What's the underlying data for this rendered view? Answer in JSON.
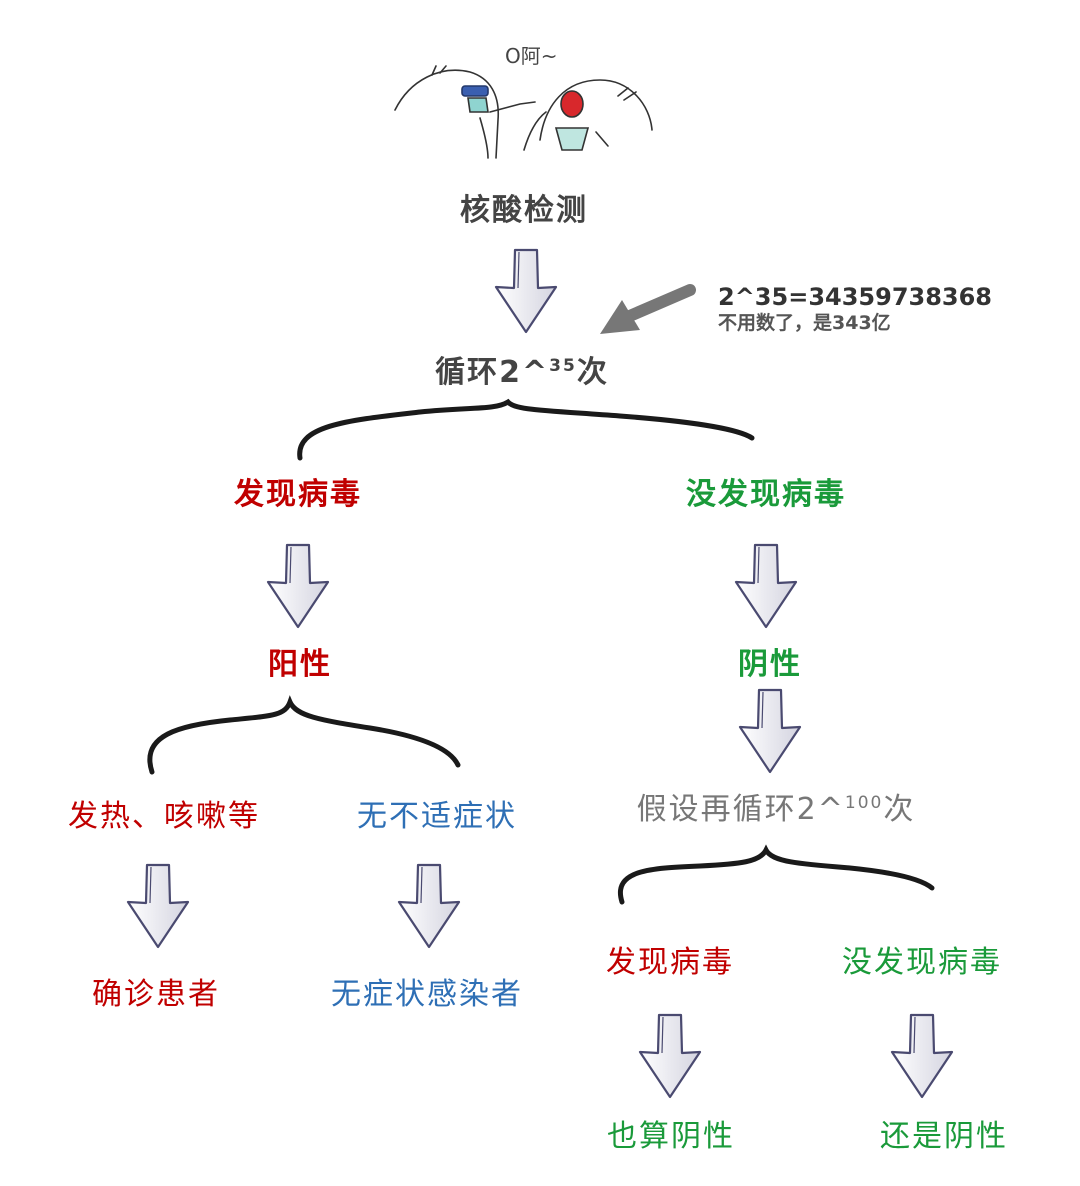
{
  "cartoon": {
    "speech": "O阿~"
  },
  "root": {
    "label": "核酸检测",
    "color": "#444444"
  },
  "loop1": {
    "prefix": "循环2^",
    "exp": "35",
    "suffix": "次",
    "color": "#444444"
  },
  "note": {
    "line1": "2^35=34359738368",
    "line2": "不用数了，是343亿"
  },
  "left": {
    "found": {
      "label": "发现病毒",
      "color": "#c00000"
    },
    "positive": {
      "label": "阳性",
      "color": "#c00000"
    },
    "fever": {
      "label": "发热、咳嗽等",
      "color": "#c00000"
    },
    "no_symptom": {
      "label": "无不适症状",
      "color": "#2e6fb5"
    },
    "confirmed": {
      "label": "确诊患者",
      "color": "#c00000"
    },
    "asymptomatic": {
      "label": "无症状感染者",
      "color": "#2e6fb5"
    }
  },
  "right": {
    "not_found": {
      "label": "没发现病毒",
      "color": "#1a9a3a"
    },
    "negative": {
      "label": "阴性",
      "color": "#1a9a3a"
    },
    "loop2": {
      "prefix": "假设再循环2^",
      "exp": "100",
      "suffix": "次",
      "color": "#777777"
    },
    "found2": {
      "label": "发现病毒",
      "color": "#c00000"
    },
    "not_found2": {
      "label": "没发现病毒",
      "color": "#1a9a3a"
    },
    "still_neg1": {
      "label": "也算阴性",
      "color": "#1a9a3a"
    },
    "still_neg2": {
      "label": "还是阴性",
      "color": "#1a9a3a"
    }
  }
}
